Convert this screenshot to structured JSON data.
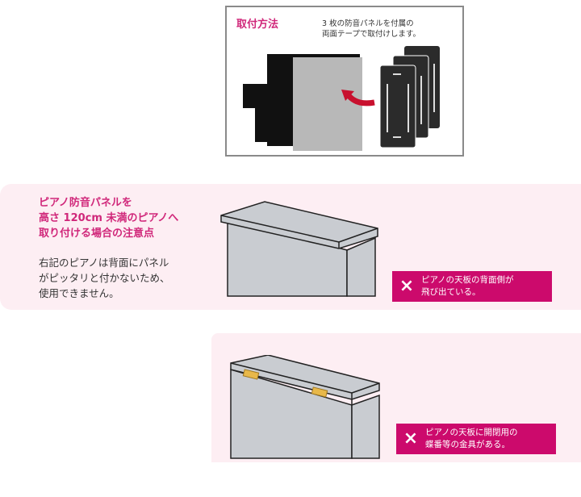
{
  "install": {
    "title": "取付方法",
    "description_line1": "3 枚の防音パネルを付属の",
    "description_line2": "両面テープで取付けします。"
  },
  "notice": {
    "title_line1": "ピアノ防音パネルを",
    "title_line2": "高さ 120cm 未満のピアノへ",
    "title_line3": "取り付ける場合の注意点",
    "body_line1": "右記のピアノは背面にパネル",
    "body_line2": "がピッタリと付かないため、",
    "body_line3": "使用できません。"
  },
  "warnings": [
    {
      "icon": "×",
      "line1": "ピアノの天板の背面側が",
      "line2": "飛び出ている。"
    },
    {
      "icon": "×",
      "line1": "ピアノの天板に開閉用の",
      "line2": "蝶番等の金具がある。"
    }
  ],
  "colors": {
    "accent": "#d0277a",
    "warning_bg": "#cc0a6c",
    "panel_bg": "#fdeef3",
    "piano_gray": "#c9ccd1"
  }
}
